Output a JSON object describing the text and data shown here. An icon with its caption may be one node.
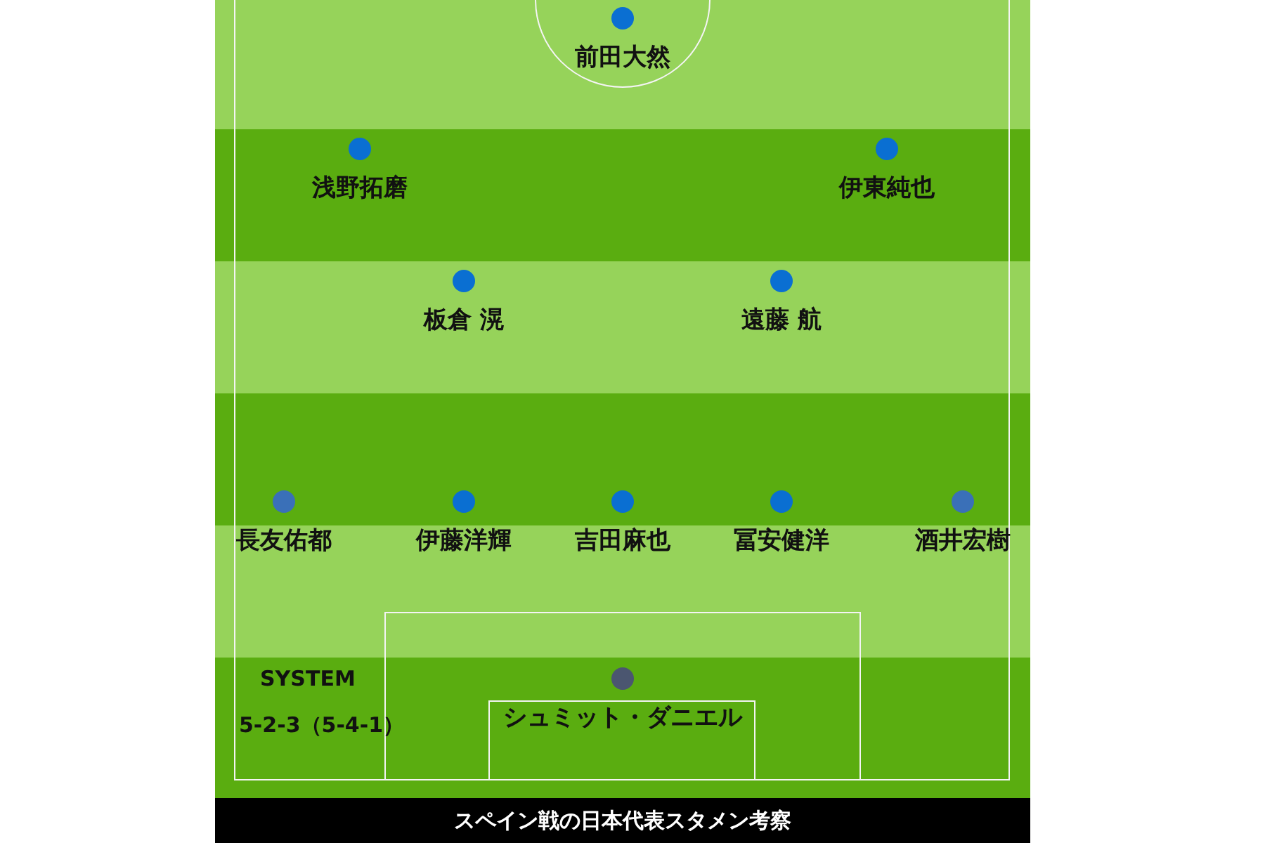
{
  "diagram": {
    "caption": "スペイン戦の日本代表スタメン考察",
    "nodes": [
      {
        "text": [
          "前田大然"
        ]
      },
      {
        "text": [
          "浅野拓磨"
        ]
      },
      {
        "text": [
          "伊東純也"
        ]
      },
      {
        "text": [
          "板倉 滉"
        ]
      },
      {
        "text": [
          "遠藤 航"
        ]
      },
      {
        "text": [
          "長友佑都"
        ]
      },
      {
        "text": [
          "伊藤洋輝"
        ]
      },
      {
        "text": [
          "吉田麻也"
        ]
      },
      {
        "text": [
          "冨安健洋"
        ]
      },
      {
        "text": [
          "酒井宏樹"
        ]
      },
      {
        "text": [
          "シュミット・ダニエル"
        ]
      }
    ],
    "labels": [
      "SYSTEM",
      "5-2-3（5-4-1）"
    ]
  }
}
